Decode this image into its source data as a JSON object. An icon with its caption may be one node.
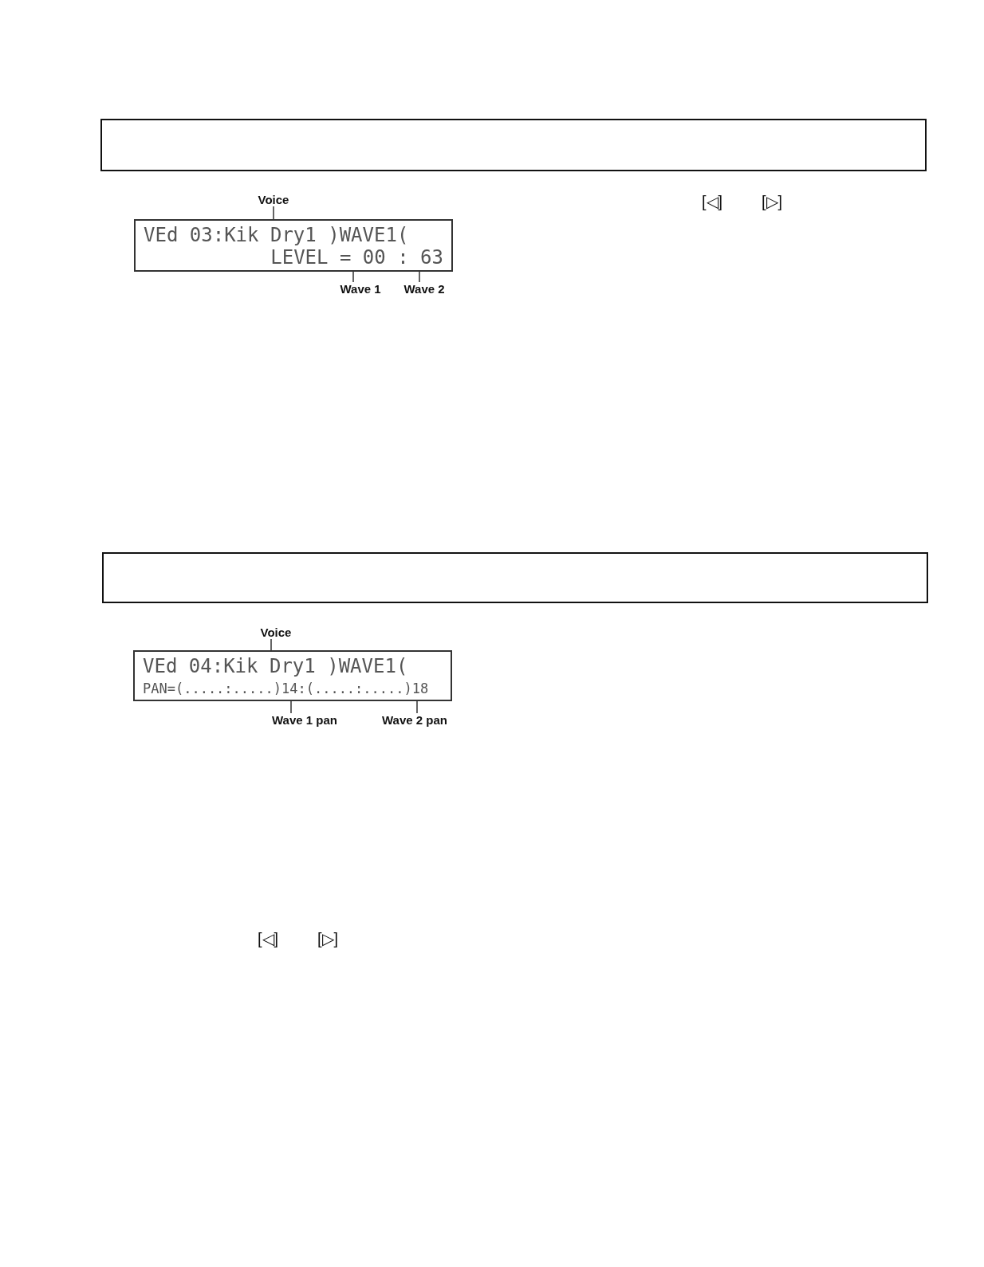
{
  "diagram": {
    "nodes": [
      {
        "text": [],
        "shape": "box"
      },
      {
        "text": [
          "VEd 03:Kik Dry1 )WAVE1(",
          "LEVEL = 00 : 63"
        ]
      },
      {
        "text": [
          "Voice"
        ]
      },
      {
        "text": [
          "Wave 1"
        ]
      },
      {
        "text": [
          "Wave 2"
        ]
      },
      {
        "text": [],
        "shape": "box"
      },
      {
        "text": [
          "VEd 04:Kik Dry1 )WAVE1(",
          "PAN=(.....:.....)14:(.....:.....)18"
        ]
      },
      {
        "text": [
          "Voice"
        ]
      },
      {
        "text": [
          "Wave 1 pan"
        ]
      },
      {
        "text": [
          "Wave 2 pan"
        ]
      }
    ],
    "edges": [
      {
        "from": 2,
        "to": 1,
        "arrow": "none"
      },
      {
        "from": 3,
        "to": 1,
        "arrow": "none"
      },
      {
        "from": 4,
        "to": 1,
        "arrow": "none"
      },
      {
        "from": 7,
        "to": 6,
        "arrow": "none"
      },
      {
        "from": 8,
        "to": 6,
        "arrow": "none"
      },
      {
        "from": 9,
        "to": 6,
        "arrow": "none"
      }
    ],
    "labels": [
      "[◁]",
      "[▷]",
      "[◁]",
      "[▷]"
    ]
  }
}
